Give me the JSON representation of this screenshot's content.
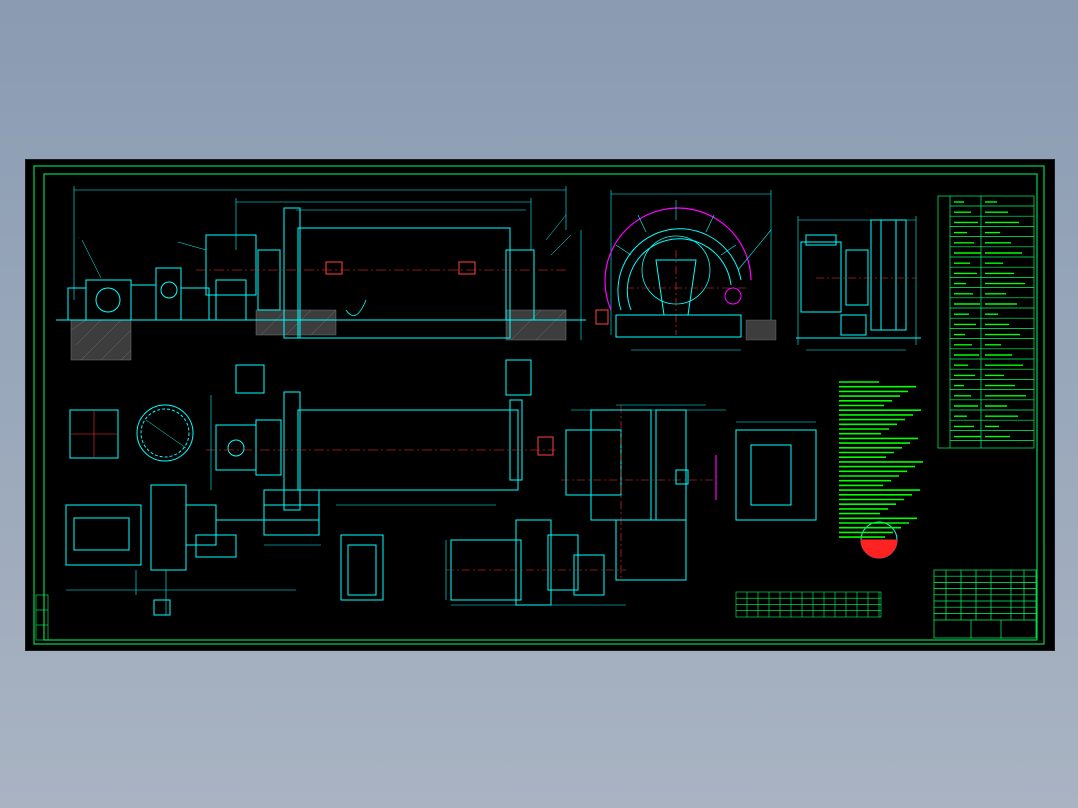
{
  "drawing": {
    "background_color": "#000000",
    "frame_color": "#00ff66",
    "line_color": "#00ffff",
    "centerline_color": "#ff0000",
    "text_color": "#00ff00",
    "hatch_color": "#7a7a7a"
  },
  "views": [
    {
      "id": "front-elevation",
      "kind": "mill-elevation"
    },
    {
      "id": "end-view",
      "kind": "mill-end-view"
    },
    {
      "id": "side-view",
      "kind": "motor-side-view"
    },
    {
      "id": "plan-view",
      "kind": "mill-plan"
    },
    {
      "id": "foundation-plan",
      "kind": "foundation"
    },
    {
      "id": "anchor-plan",
      "kind": "foundation"
    },
    {
      "id": "detail-views",
      "kind": "details"
    }
  ],
  "tables": {
    "parameter_table": {
      "kind": "technical-parameters"
    },
    "parts_list": {
      "kind": "bill-of-materials"
    },
    "title_block": {
      "kind": "title-block"
    }
  }
}
